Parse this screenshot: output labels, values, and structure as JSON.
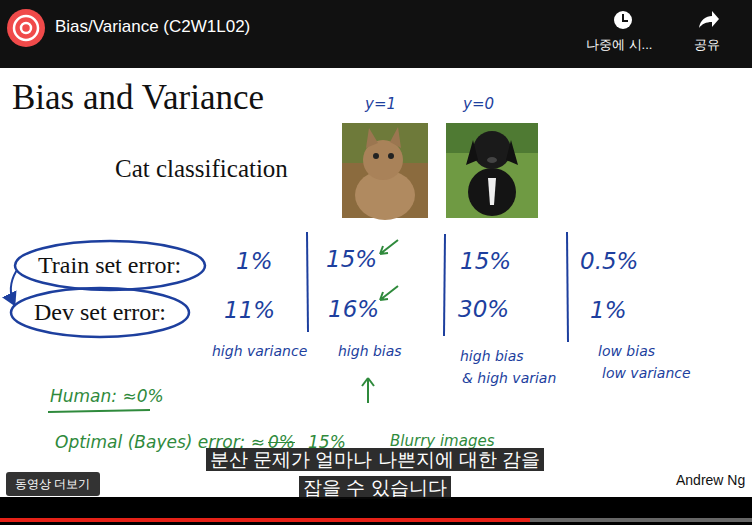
{
  "diagram": {
    "title": "Bias and Variance",
    "nodes": [
      {
        "text": [
          "Train set error:"
        ]
      },
      {
        "text": [
          "Dev set error:"
        ]
      }
    ],
    "edges": [
      {
        "from": 0,
        "to": 1,
        "arrow": "to"
      }
    ],
    "labels": [
      "Bias/Variance (C2W1L02)",
      "나중에 시...",
      "공유",
      "y=1",
      "y=0",
      "Cat classification",
      "1%",
      "15%",
      "15%",
      "0.5%",
      "11%",
      "16%",
      "30%",
      "1%",
      "high variance",
      "high bias",
      "high bias",
      "& high varian",
      "low bias",
      "low variance",
      "Human: ≈0%",
      "Optimal (Bayes) error: ≈",
      "0%",
      "15%",
      "Blurry images",
      "분산 문제가 얼마나 나쁜지에 대한 감을 잡을 수 있습니다",
      "동영상 더보기",
      "Andrew Ng"
    ]
  }
}
